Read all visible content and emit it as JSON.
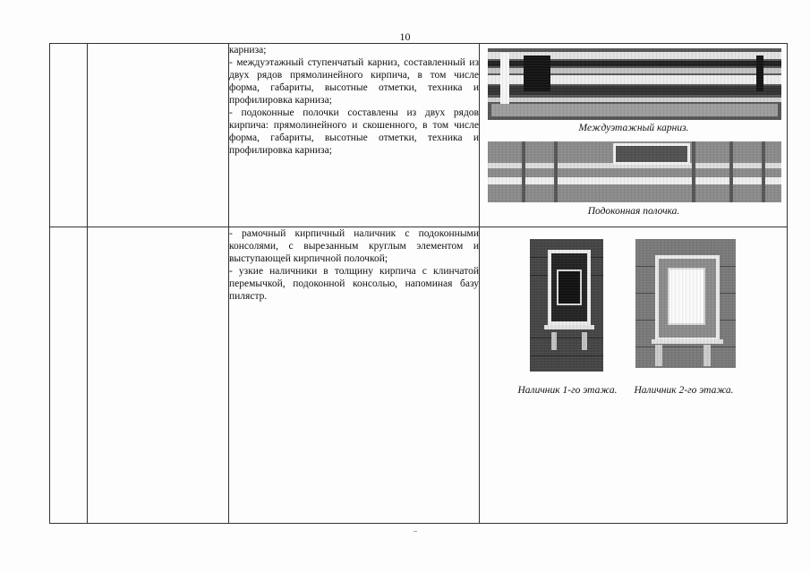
{
  "page": {
    "number": "10"
  },
  "rows": [
    {
      "paragraphs": [
        "карниза;",
        "-     междуэтажный     ступенчатый     карниз, составленный из двух рядов прямолинейного кирпича, в том числе форма, габариты, высотные отметки, техника и профилировка карниза;",
        "- подоконные полочки составлены из двух рядов кирпича: прямолинейного и скошенного, в том числе форма, габариты, высотные отметки, техника и профилировка карниза;"
      ],
      "captions": {
        "cornice": "Междуэтажный карниз.",
        "sill": "Подоконная полочка."
      }
    },
    {
      "paragraphs": [
        "-     рамочный     кирпичный     наличник     с подоконными консолями, с вырезанным круглым элементом и выступающей кирпичной полочкой;",
        "- узкие наличники в толщину кирпича с клинчатой перемычкой, подоконной консолью, напоминая базу пилястр."
      ],
      "captions": {
        "first_floor": "Наличник 1-го этажа.",
        "second_floor": "Наличник 2-го этажа."
      }
    }
  ]
}
